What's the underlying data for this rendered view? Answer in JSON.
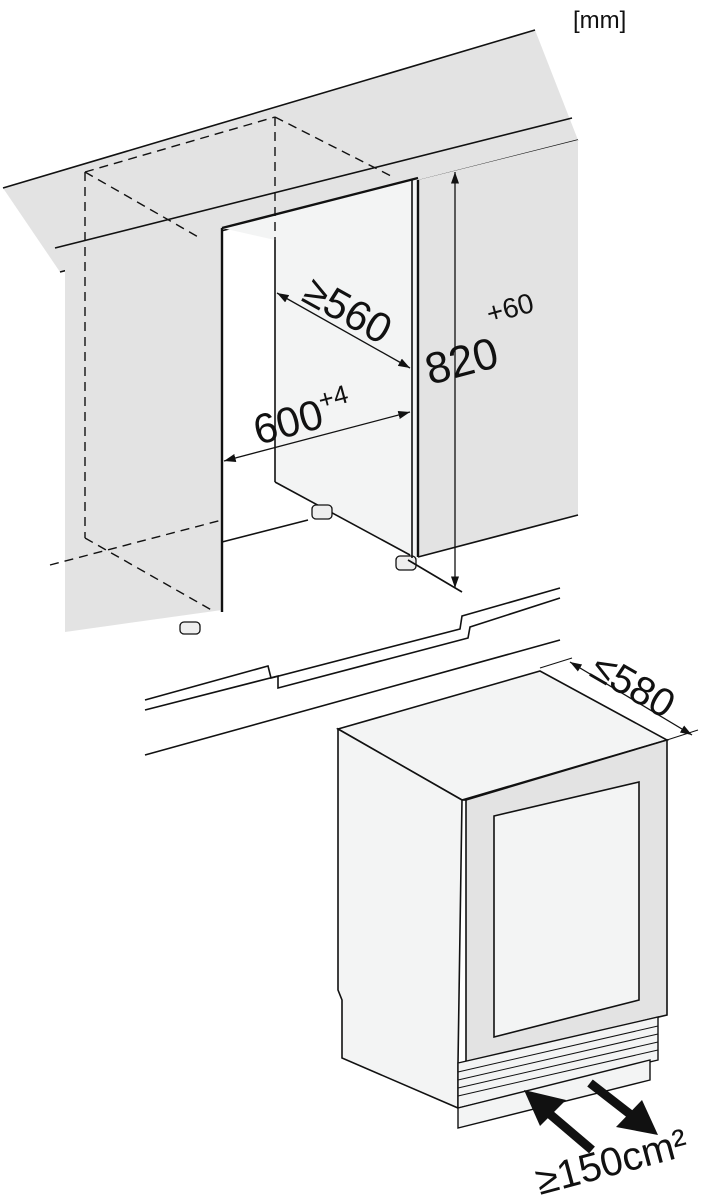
{
  "unit_label": "[mm]",
  "dimensions": {
    "niche_depth": "≥560",
    "niche_width_base": "600",
    "niche_width_tolerance": "+4",
    "niche_height_base": "820",
    "niche_height_tolerance": "+60",
    "appliance_depth": "≤580",
    "ventilation_area": "≥150cm²"
  },
  "colors": {
    "cabinet_gray": "#e3e3e3",
    "panel_light": "#f3f4f4",
    "line": "#111111"
  }
}
